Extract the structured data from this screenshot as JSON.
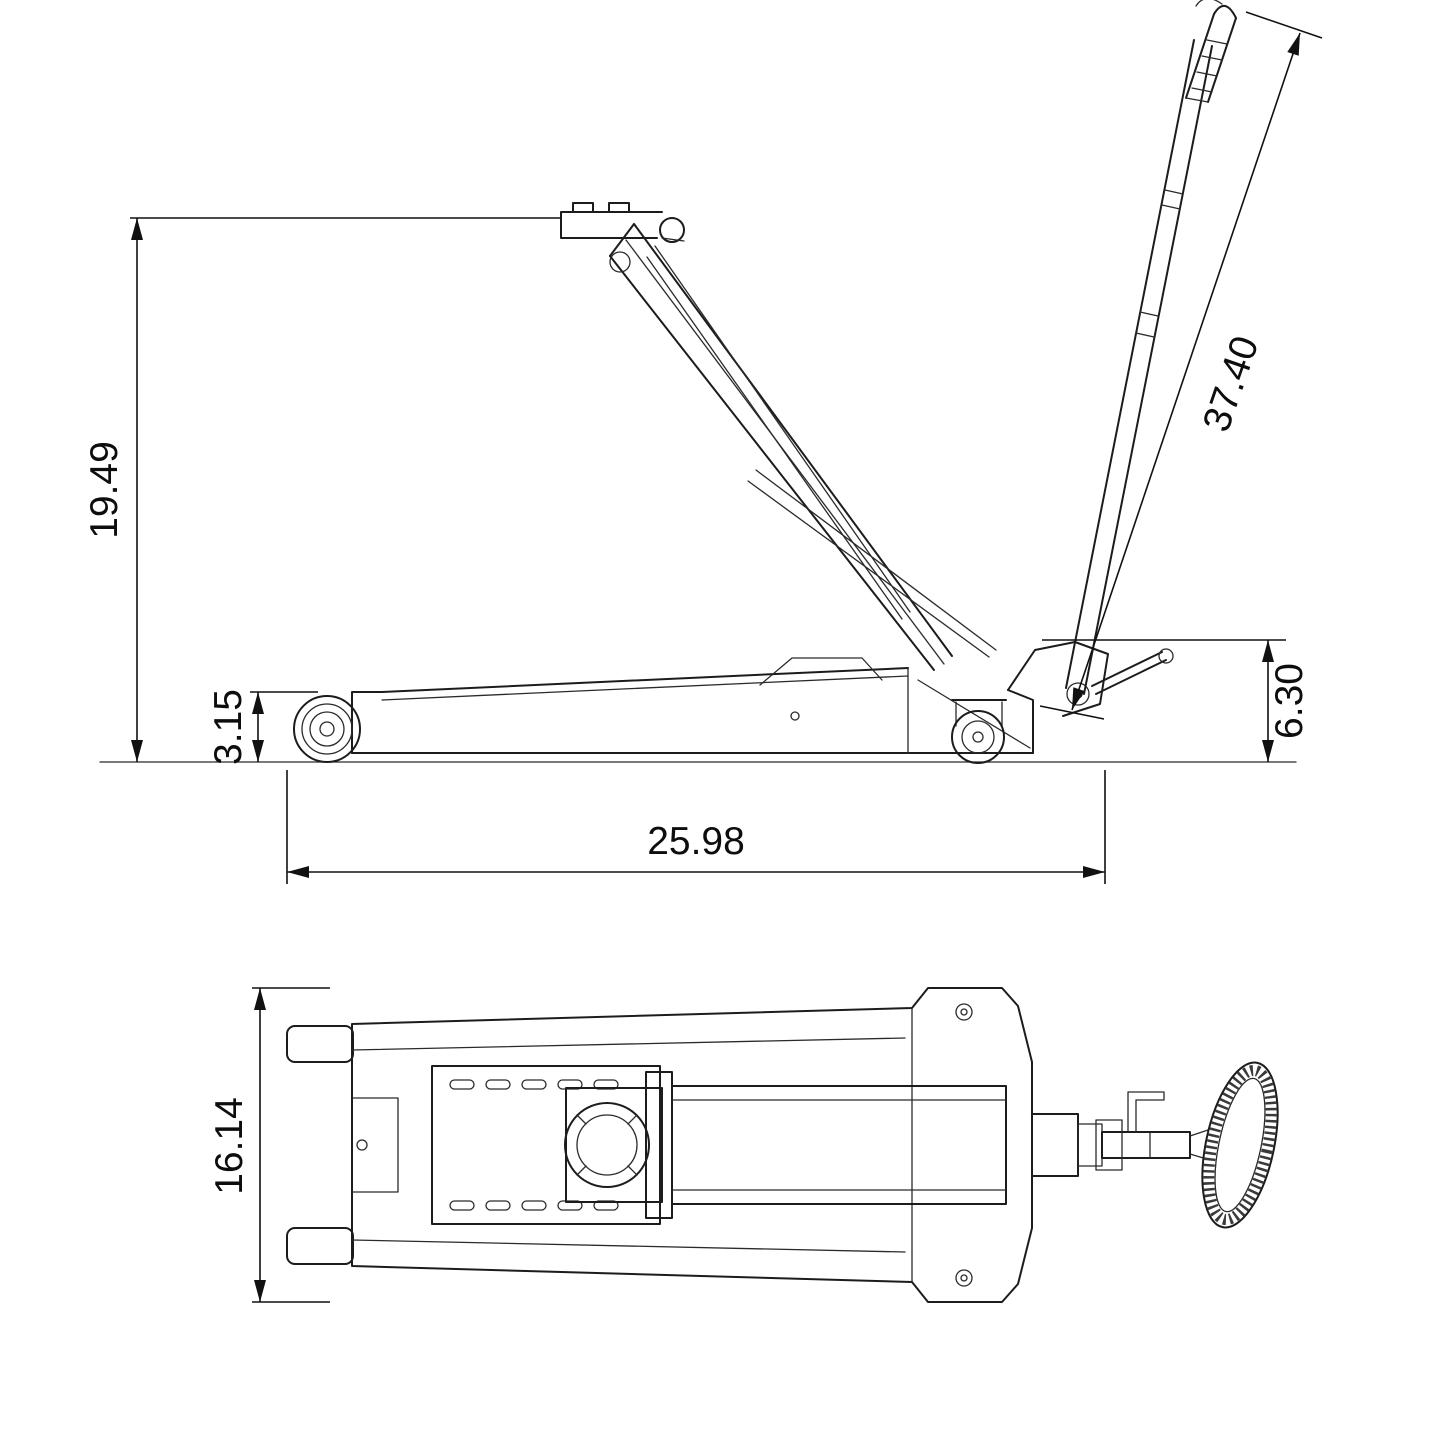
{
  "drawing": {
    "kind": "trolley-jack-dimension-drawing",
    "dimensions": {
      "max_lift_height": "19.49",
      "min_height": "3.15",
      "handle_length": "37.40",
      "handle_pivot_height": "6.30",
      "base_length": "25.98",
      "overall_width": "16.14"
    }
  }
}
